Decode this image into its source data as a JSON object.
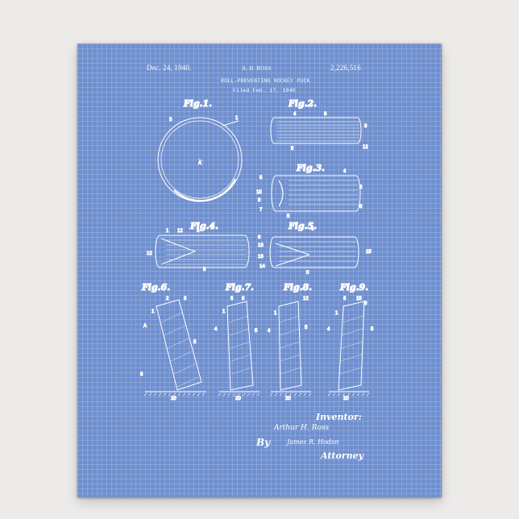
{
  "patent": {
    "date": "Dec. 24, 1940.",
    "inventor_header": "A. H. ROSS",
    "number": "2,226,516",
    "title": "ROLL-PREVENTING HOCKEY PUCK",
    "filed": "Filed Feb. 17, 1940"
  },
  "figures": {
    "fig1": "Fig.1.",
    "fig2": "Fig.2.",
    "fig3": "Fig.3.",
    "fig4": "Fig.4.",
    "fig5": "Fig.5.",
    "fig6": "Fig.6.",
    "fig7": "Fig.7.",
    "fig8": "Fig.8.",
    "fig9": "Fig.9."
  },
  "signature": {
    "inventor_label": "Inventor:",
    "inventor_name": "Arthur H. Ross",
    "by_label": "By",
    "attorney_name": "James R. Hodsn",
    "attorney_label": "Attorney"
  },
  "colors": {
    "blueprint": "#6f8fce",
    "line": "#ffffff",
    "background": "#ecebea"
  }
}
